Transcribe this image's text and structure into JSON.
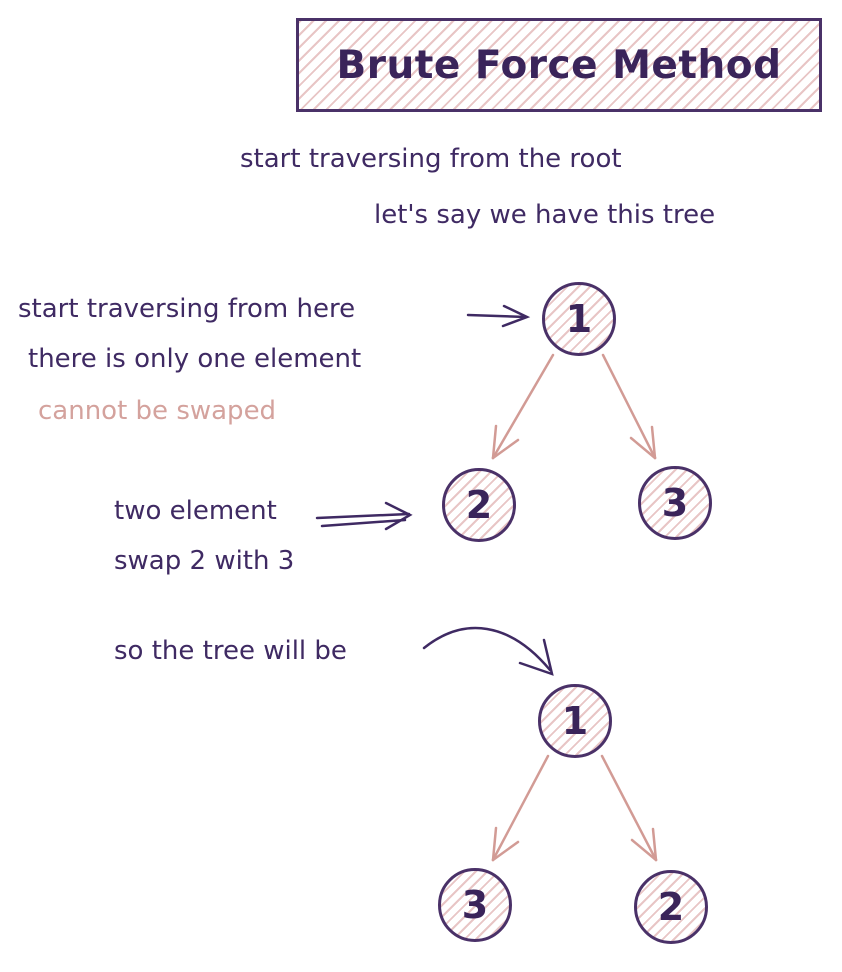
{
  "diagram": {
    "title": "Brute Force Method",
    "notes": {
      "intro_line1": "start traversing from the root",
      "intro_line2": "let's say we have this tree",
      "root_pointer": "start traversing from here",
      "root_note": "there is only one element",
      "root_note_muted": "cannot be swaped",
      "children_line1": "two element",
      "children_line2": "swap 2 with 3",
      "result_pointer": "so the tree will be"
    },
    "tree_before": {
      "root": "1",
      "left": "2",
      "right": "3"
    },
    "tree_after": {
      "root": "1",
      "left": "3",
      "right": "2"
    },
    "colors": {
      "ink": "#3f2a63",
      "accent": "#d4a29d",
      "hatch": "#d69696"
    }
  }
}
